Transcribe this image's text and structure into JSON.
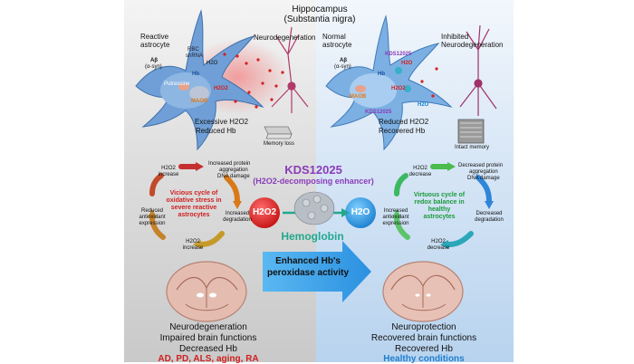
{
  "header": {
    "line1": "Hippocampus",
    "line2": "(Substantia nigra)"
  },
  "left_panel": {
    "cell_title": [
      "Reactive",
      "astrocyte"
    ],
    "neurodegeneration_label": "Neurodegeneration",
    "cell_labels": {
      "ab": "Aβ",
      "asyn": "(α-syn)",
      "hb": "Hb",
      "maob": "MAOB",
      "putrescine": "Putrescine",
      "h2o2": "H2O2",
      "h2o": "H2O",
      "rbc": "RBC",
      "shrna": "shRNA"
    },
    "result": [
      "Excessive H2O2",
      "Reduced Hb"
    ],
    "memory": "Memory loss",
    "cycle": {
      "title": [
        "Vicious cycle of",
        "oxidative stress in",
        "severe reactive",
        "astrocytes"
      ],
      "top_left": [
        "H2O2",
        "increase"
      ],
      "top_right": [
        "Increased protein",
        "aggregation",
        "DNA damage"
      ],
      "right": [
        "Increased",
        "degradation"
      ],
      "bottom": [
        "H2O2",
        "increase"
      ],
      "left": [
        "Reduced",
        "antioxidant",
        "expression"
      ]
    },
    "bottom": {
      "line1": "Neurodegeneration",
      "line2": "Impaired brain functions",
      "line3": "Decreased Hb",
      "diseases": "AD, PD, ALS, aging, RA"
    }
  },
  "right_panel": {
    "cell_title": [
      "Normal",
      "astrocyte"
    ],
    "inhibited_label": [
      "Inhibited",
      "Neurodegeneration"
    ],
    "cell_labels": {
      "kds_top": "KDS12025",
      "kds_bottom": "KDS12025",
      "ab": "Aβ",
      "asyn": "(α-syn)",
      "hb": "Hb",
      "maob": "MAOB",
      "h2o": "H2O",
      "h2o2": "H2O2"
    },
    "result": [
      "Reduced H2O2",
      "Recovered Hb"
    ],
    "memory": "Intact memory",
    "cycle": {
      "title": [
        "Virtuous cycle of",
        "redox balance in",
        "healthy",
        "astrocytes"
      ],
      "top_left": [
        "H2O2",
        "decrease"
      ],
      "top_right": [
        "Decreased protein",
        "aggregation",
        "DNA damage"
      ],
      "right": [
        "Decreased",
        "degradation"
      ],
      "bottom": [
        "H2O2",
        "decrease"
      ],
      "left": [
        "Increased",
        "antioxidant",
        "expression"
      ]
    },
    "bottom": {
      "line1": "Neuroprotection",
      "line2": "Recovered brain functions",
      "line3": "Recovered Hb",
      "healthy": "Healthy conditions"
    }
  },
  "center": {
    "drug": "KDS12025",
    "drug_sub": "(H2O2-decomposing enhancer)",
    "h2o2": "H2O2",
    "h2o": "H2O",
    "protein": "Hemoglobin",
    "activity": [
      "Enhanced Hb's",
      "peroxidase activity"
    ]
  },
  "colors": {
    "left_bg": "#dcdcdc",
    "right_bg": "#cfe2f5",
    "cell_blue": "#6f9fd6",
    "drug_purple": "#8a3db8",
    "red_title": "#d01f1f",
    "green_title": "#1a9a3a",
    "healthy_blue": "#1f7fd0",
    "arrow_blue": "#3aa0e8"
  }
}
